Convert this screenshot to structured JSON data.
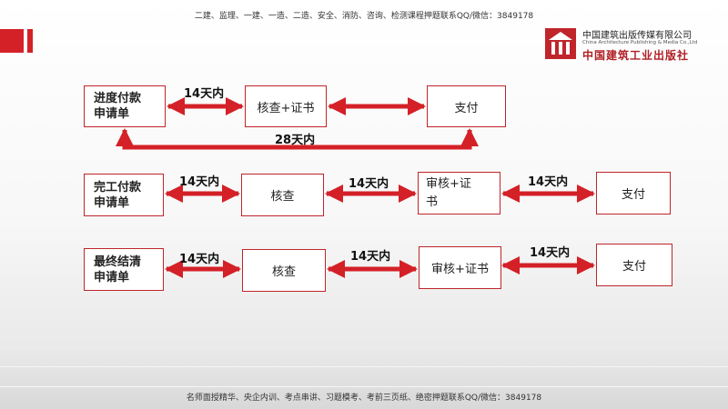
{
  "header": {
    "banner": "二建、监理、一建、一造、二造、安全、消防、咨询、检测课程押题联系QQ/微信：3849178"
  },
  "footer": {
    "banner": "名师面授精华、央企内训、考点串讲、习题模考、考前三页纸、绝密押题联系QQ/微信：3849178"
  },
  "logo": {
    "name_cn": "中国建筑出版传媒有限公司",
    "name_en": "China Architecture Publishing & Media Co.,Ltd",
    "name_cn_2": "中国建筑工业出版社"
  },
  "colors": {
    "accent": "#d42027",
    "box_border": "#c0252b"
  },
  "flows": [
    {
      "title_line1": "进度付款",
      "title_line2": "申请单",
      "arrow1": "14天内",
      "step1": "核查+证书",
      "step2": "支付",
      "bottom_arrow": "28天内"
    },
    {
      "title_line1": "完工付款",
      "title_line2": "申请单",
      "arrow1": "14天内",
      "step1": "核查",
      "arrow2": "14天内",
      "step2_line1": "审核+证",
      "step2_line2": "书",
      "arrow3": "14天内",
      "step3": "支付"
    },
    {
      "title_line1": "最终结清",
      "title_line2": "申请单",
      "arrow1": "14天内",
      "step1": "核查",
      "arrow2": "14天内",
      "step2": "审核+证书",
      "arrow3": "14天内",
      "step3": "支付"
    }
  ]
}
